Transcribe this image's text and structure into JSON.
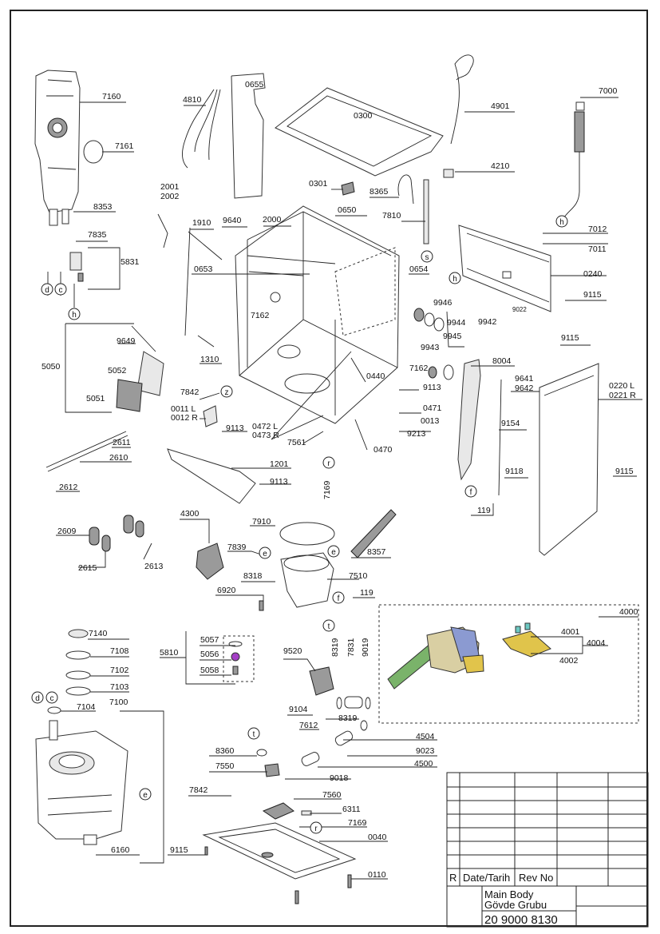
{
  "labels": {
    "l7160": "7160",
    "l7161": "7161",
    "l8353": "8353",
    "l7835": "7835",
    "l5831": "5831",
    "l4810": "4810",
    "l0655": "0655",
    "l0300": "0300",
    "l4901": "4901",
    "l7000": "7000",
    "l4210": "4210",
    "l0301": "0301",
    "l8365": "8365",
    "l7810": "7810",
    "l2001": "2001",
    "l2002": "2002",
    "l1910": "1910",
    "l9640": "9640",
    "l2000": "2000",
    "l0650": "0650",
    "l0653": "0653",
    "l0654": "0654",
    "l7012": "7012",
    "l7011": "7011",
    "l0240": "0240",
    "l9115a": "9115",
    "l9022": "9022",
    "l7162a": "7162",
    "l9946": "9946",
    "l9944": "9944",
    "l9945": "9945",
    "l9943": "9943",
    "l9942": "9942",
    "l9649": "9649",
    "l1310": "1310",
    "l5052": "5052",
    "l5050": "5050",
    "l5051": "5051",
    "l7842a": "7842",
    "l0011": "0011 L",
    "l0012": "0012 R",
    "l9113a": "9113",
    "l0472": "0472 L",
    "l0473": "0473 R",
    "l7561": "7561",
    "l0440": "0440",
    "l7162b": "7162",
    "l9113b": "9113",
    "l0471": "0471",
    "l0013": "0013",
    "l9213": "9213",
    "l0470": "0470",
    "l8004": "8004",
    "l9115b": "9115",
    "l9641": "9641",
    "l9642": "9642",
    "l0220": "0220 L",
    "l0221": "0221 R",
    "l9154": "9154",
    "l9118": "9118",
    "l9115c": "9115",
    "l119a": "119",
    "l2611": "2611",
    "l2610": "2610",
    "l2612": "2612",
    "l1201": "1201",
    "l9113c": "9113",
    "l7169a": "7169",
    "l4300": "4300",
    "l7910": "7910",
    "l7839": "7839",
    "l8357": "8357",
    "l2609": "2609",
    "l2615": "2615",
    "l2613": "2613",
    "l8318": "8318",
    "l7510": "7510",
    "l6920": "6920",
    "l119b": "119",
    "l4000": "4000",
    "l4001": "4001",
    "l4004": "4004",
    "l4002": "4002",
    "l5057": "5057",
    "l5810": "5810",
    "l5056": "5056",
    "l5058": "5058",
    "l9520": "9520",
    "l8319a": "8319",
    "l7831": "7831",
    "l9019": "9019",
    "l7140": "7140",
    "l7108": "7108",
    "l7102": "7102",
    "l7103": "7103",
    "l7104": "7104",
    "l7100": "7100",
    "l9104": "9104",
    "l7612": "7612",
    "l8319b": "8319",
    "l4504": "4504",
    "l9023": "9023",
    "l8360": "8360",
    "l4500": "4500",
    "l7550": "7550",
    "l9018": "9018",
    "l7842b": "7842",
    "l7560": "7560",
    "l6311": "6311",
    "l7169b": "7169",
    "l0040": "0040",
    "l6160": "6160",
    "l9115d": "9115",
    "l0110": "0110"
  },
  "callouts": {
    "d": "d",
    "c": "c",
    "h": "h",
    "e": "e",
    "z": "z",
    "r": "r",
    "s": "s",
    "f": "f",
    "t": "t"
  },
  "title_block": {
    "rev_marker": "R",
    "date_label": "Date/Tarih",
    "rev_label": "Rev No",
    "title_en": "Main Body",
    "title_tr": "Gövde Grubu",
    "doc_number": "20 9000 8130"
  }
}
